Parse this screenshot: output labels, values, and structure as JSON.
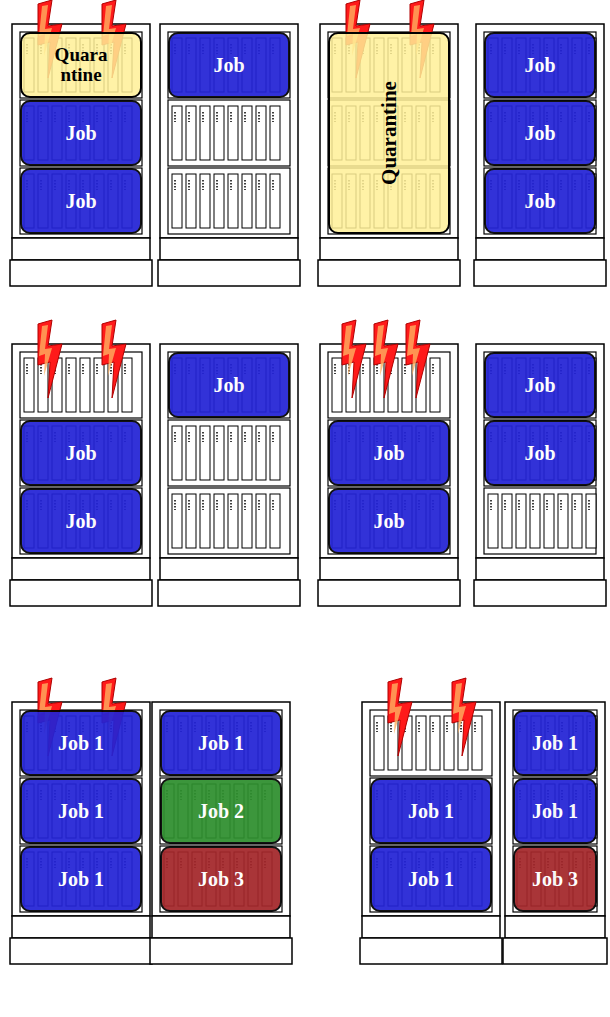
{
  "diagram": {
    "nodes": [
      {
        "text": [
          "Quara ntine"
        ]
      },
      {
        "text": [
          "Job"
        ]
      },
      {
        "text": [
          "Job"
        ]
      },
      {
        "text": [
          "Job"
        ]
      },
      {
        "text": [
          "Quarantine"
        ]
      },
      {
        "text": [
          "Job"
        ]
      },
      {
        "text": [
          "Job"
        ]
      },
      {
        "text": [
          "Job"
        ]
      },
      {
        "text": [
          "Job"
        ]
      },
      {
        "text": [
          "Job"
        ]
      },
      {
        "text": [
          "Job"
        ]
      },
      {
        "text": [
          "Job"
        ]
      },
      {
        "text": [
          "Job"
        ]
      },
      {
        "text": [
          "Job"
        ]
      },
      {
        "text": [
          "Job"
        ]
      },
      {
        "text": [
          "Job 1"
        ]
      },
      {
        "text": [
          "Job 1"
        ]
      },
      {
        "text": [
          "Job 1"
        ]
      },
      {
        "text": [
          "Job 1"
        ]
      },
      {
        "text": [
          "Job 2"
        ]
      },
      {
        "text": [
          "Job 3"
        ]
      },
      {
        "text": [
          "Job 1"
        ]
      },
      {
        "text": [
          "Job 1"
        ]
      },
      {
        "text": [
          "Job 1"
        ]
      },
      {
        "text": [
          "Job 1"
        ]
      },
      {
        "text": [
          "Job 3"
        ]
      }
    ]
  }
}
